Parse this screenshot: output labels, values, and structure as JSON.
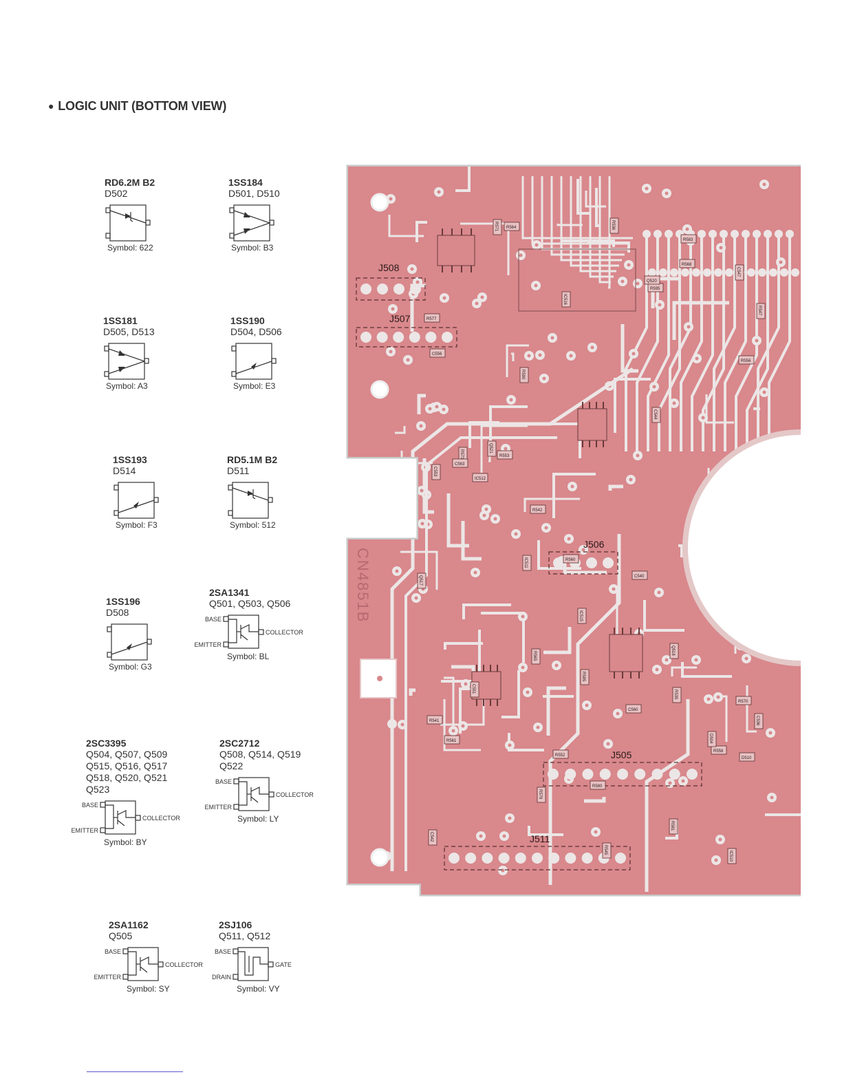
{
  "page": {
    "title": "LOGIC UNIT (BOTTOM VIEW)"
  },
  "colors": {
    "pcb_fill": "#d9888c",
    "pcb_trace": "#ece6e6",
    "pcb_edge": "#c4c4c4",
    "text": "#333333"
  },
  "components": [
    {
      "part": "RD6.2M B2",
      "refs": "D502",
      "symbol": "Symbol: 622",
      "kind": "zener-diode-icon"
    },
    {
      "part": "1SS184",
      "refs": "D501, D510",
      "symbol": "Symbol: B3",
      "kind": "dual-diode-icon"
    },
    {
      "part": "1SS181",
      "refs": "D505, D513",
      "symbol": "Symbol: A3",
      "kind": "dual-diode-icon"
    },
    {
      "part": "1SS190",
      "refs": "D504, D506",
      "symbol": "Symbol: E3",
      "kind": "diode-icon"
    },
    {
      "part": "1SS193",
      "refs": "D514",
      "symbol": "Symbol: F3",
      "kind": "diode-icon"
    },
    {
      "part": "RD5.1M B2",
      "refs": "D511",
      "symbol": "Symbol: 512",
      "kind": "zener-diode-icon"
    },
    {
      "part": "1SS196",
      "refs": "D508",
      "symbol": "Symbol: G3",
      "kind": "diode-icon"
    },
    {
      "part": "2SA1341",
      "refs": "Q501, Q503, Q506",
      "symbol": "Symbol: BL",
      "kind": "transistor-icon",
      "pins": {
        "base": "BASE",
        "emitter": "EMITTER",
        "collector": "COLLECTOR"
      }
    },
    {
      "part": "2SC3395",
      "refs": "Q504, Q507, Q509\nQ515, Q516, Q517\nQ518, Q520, Q521\nQ523",
      "symbol": "Symbol: BY",
      "kind": "transistor-icon",
      "pins": {
        "base": "BASE",
        "emitter": "EMITTER",
        "collector": "COLLECTOR"
      }
    },
    {
      "part": "2SC2712",
      "refs": "Q508, Q514, Q519\nQ522",
      "symbol": "Symbol: LY",
      "kind": "transistor-icon",
      "pins": {
        "base": "BASE",
        "emitter": "EMITTER",
        "collector": "COLLECTOR"
      }
    },
    {
      "part": "2SA1162",
      "refs": "Q505",
      "symbol": "Symbol: SY",
      "kind": "transistor-icon",
      "pins": {
        "base": "BASE",
        "emitter": "EMITTER",
        "collector": "COLLECTOR"
      }
    },
    {
      "part": "2SJ106",
      "refs": "Q511, Q512",
      "symbol": "Symbol: VY",
      "kind": "fet-icon",
      "pins": {
        "base": "BASE",
        "emitter": "DRAIN",
        "collector": "GATE"
      }
    }
  ],
  "pcb": {
    "jumpers": [
      "J508",
      "J507",
      "J506",
      "J505",
      "J511"
    ],
    "part_labels": [
      "IC515",
      "IC516",
      "IC510",
      "IC512",
      "IC511",
      "R535",
      "R536",
      "R541",
      "R542",
      "R545",
      "R547",
      "R552",
      "R553",
      "R556",
      "R558",
      "R560",
      "R561",
      "R564",
      "R565",
      "R568",
      "R570",
      "R571",
      "R573",
      "R577",
      "R579",
      "R580",
      "R581",
      "R583",
      "R585",
      "R590",
      "R595",
      "C536",
      "C540",
      "C542",
      "C544",
      "C547",
      "C551",
      "C553",
      "C556",
      "C560",
      "C563",
      "Q517",
      "Q518",
      "Q520",
      "Q521",
      "D504",
      "D510"
    ],
    "board_marking": "CN4851B"
  }
}
